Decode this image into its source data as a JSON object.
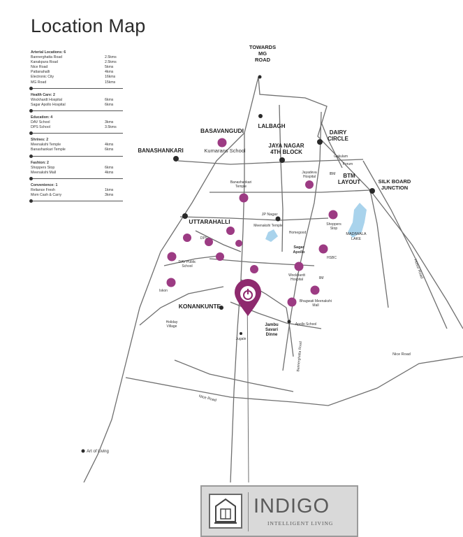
{
  "title": "Location Map",
  "legend": [
    {
      "header": "Arterial Locations: 6",
      "rows": [
        [
          "Bannerghatta Road",
          "2.5kms"
        ],
        [
          "Kanakpura Road",
          "2.5kms"
        ],
        [
          "Nice Road",
          "5kms"
        ],
        [
          "Pattanahalli",
          "4kms"
        ],
        [
          "Electronic City",
          "16kms"
        ],
        [
          "MG Road",
          "15kms"
        ]
      ]
    },
    {
      "header": "Health Care: 2",
      "rows": [
        [
          "Wockhardt Hospital",
          "6kms"
        ],
        [
          "Sagar Apollo Hospital",
          "6kms"
        ]
      ]
    },
    {
      "header": "Education: 4",
      "rows": [
        [
          "DAV School",
          "3kms"
        ],
        [
          "DPS School",
          "3.5kms"
        ]
      ]
    },
    {
      "header": "Shrines: 2",
      "rows": [
        [
          "Meenakshi Temple",
          "4kms"
        ],
        [
          "Banashankari Temple",
          "6kms"
        ]
      ]
    },
    {
      "header": "Fashion: 2",
      "rows": [
        [
          "Shoppers Stop",
          "6kms"
        ],
        [
          "Meenakshi Mall",
          "4kms"
        ]
      ]
    },
    {
      "header": "Convenience: 1",
      "rows": [
        [
          "Reliance Fresh",
          "1kms"
        ],
        [
          "Mom Cash & Carry",
          "3kms"
        ]
      ]
    }
  ],
  "map": {
    "towards": [
      "TOWARDS",
      "MG",
      "ROAD"
    ],
    "places": {
      "lalbagh": "LALBAGH",
      "basavangudi": "BASAVANGUDI",
      "kumarans": "Kumarans School",
      "dairy": [
        "DAIRY",
        "CIRCLE"
      ],
      "jayanagar": [
        "JAYA NAGAR",
        "4TH BLOCK"
      ],
      "banashankari": "BANASHANKARI",
      "btm": [
        "BTM",
        "LAYOUT"
      ],
      "silkboard": [
        "SILK BOARD",
        "JUNCTION"
      ],
      "uttarahalli": "UTTARAHALLI",
      "konankunte": "KONANKUNTE",
      "jambu": [
        "Jambu",
        "Savari",
        "Dinne"
      ],
      "madiwala": [
        "MADIWALA",
        "LAKE"
      ],
      "artofliving": "Art of Living",
      "jpnagar": "JP Nagar",
      "hosur": "Hosur Road",
      "nice1": "Nice Road",
      "nice2": "Nice Road",
      "bannerghatta": "Bannerghatta Road",
      "sagar": [
        "Sagar",
        "Apollo"
      ],
      "wockhardt": [
        "Wockhardt",
        "Hospital"
      ],
      "davschool": [
        "DAV Public",
        "School"
      ],
      "apollo_school": "Apollo School",
      "hsbc": "HSBC",
      "iskon": "Iskon",
      "holiday": [
        "Holiday",
        "Village"
      ],
      "banashankari_temple": [
        "Banashankari",
        "Temple"
      ],
      "dps": "DPS",
      "iim": "IIM",
      "ibm": "IBM",
      "shoppers": [
        "Shoppers",
        "Stop"
      ],
      "meenakshi_temple": "Meenakshi Temple",
      "meenakshi_mall": [
        "Bhagwati Meenakshi",
        "Mall"
      ],
      "homegood": "Homegood",
      "jayadeva": [
        "Jayadeva",
        "Hospital"
      ],
      "gokulam": "Gokulam",
      "forum": "Forum",
      "jugale": "Jugale"
    }
  },
  "logo": {
    "brand": "INDIGO",
    "tagline": "INTELLIGENT LIVING"
  },
  "colors": {
    "accent": "#8e2a6e",
    "lake": "#a9d3ec",
    "road": "#6f6f6f",
    "marker": "#9c3b83"
  }
}
